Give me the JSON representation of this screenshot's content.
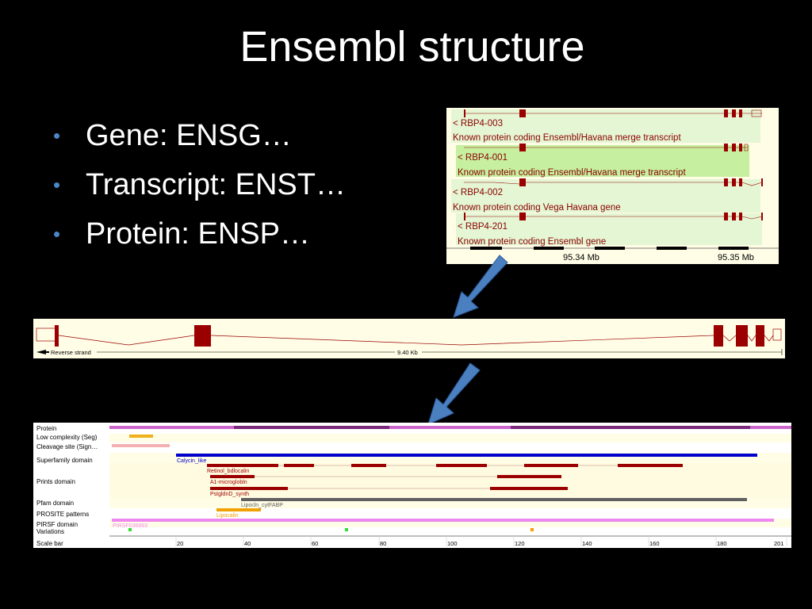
{
  "slide": {
    "title": "Ensembl structure",
    "bullets": [
      "Gene: ENSG…",
      "Transcript: ENST…",
      "Protein: ENSP…"
    ]
  },
  "transcripts_panel": {
    "transcripts": [
      {
        "id": "< RBP4-003",
        "description": "Known protein coding Ensembl/Havana merge transcript"
      },
      {
        "id": "< RBP4-001",
        "description": "Known protein coding Ensembl/Havana merge transcript"
      },
      {
        "id": "< RBP4-002",
        "description": "Known protein coding Vega Havana gene"
      },
      {
        "id": "< RBP4-201",
        "description": "Known protein coding Ensembl gene"
      }
    ],
    "scale_labels": [
      "95.34 Mb",
      "95.35 Mb"
    ]
  },
  "gene_panel": {
    "strand_label": "Reverse strand",
    "length_label": "9.40 Kb"
  },
  "protein_panel": {
    "track_labels": [
      "Protein",
      "Low complexity (Seg)",
      "Cleavage site (Sign…",
      "Superfamily domain",
      "Prints domain",
      "Pfam domain",
      "PROSITE patterns",
      "PIRSF domain",
      "Variations",
      "Scale bar"
    ],
    "feature_labels": [
      "Calycin_like",
      "Retinol_bdlocalin",
      "A1-microglobln",
      "PstgldnD_synth",
      "Lipocln_cytFABP",
      "Lipocalin",
      "PIRSF036893"
    ],
    "scale_ticks": [
      "20",
      "40",
      "60",
      "80",
      "100",
      "120",
      "140",
      "160",
      "180",
      "201"
    ]
  },
  "colors": {
    "background": "#000000",
    "title_text": "#ffffff",
    "bullet_dot": "#4a86c8",
    "panel_bg": "#fffde6",
    "transcript_bg": "#e4f6d4",
    "transcript_highlight": "#c6f0a0",
    "exon": "#9b0000",
    "arrow": "#4a7fc0",
    "protein_bar": "#cc66cc",
    "superfamily": "#0000cc",
    "low_complexity": "#f0b020",
    "cleavage": "#f4b0b0",
    "pfam": "#606060",
    "prosite": "#f0a000",
    "pirsf": "#ee88ee",
    "variation_green": "#33dd33",
    "variation_orange": "#ff9900"
  }
}
